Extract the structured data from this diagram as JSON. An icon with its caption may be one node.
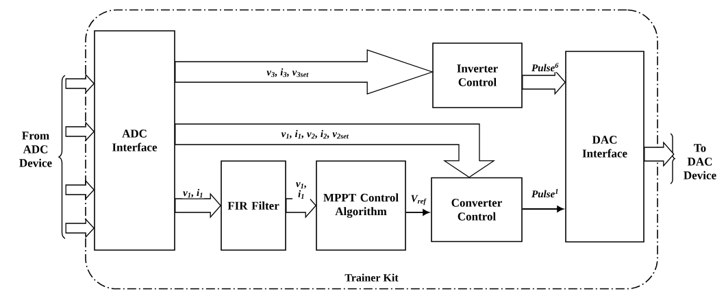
{
  "diagram": {
    "nodes": [
      {
        "text": [
          "Trainer Kit"
        ]
      },
      {
        "text": [
          "ADC Interface"
        ],
        "in": 0
      },
      {
        "text": [
          "Inverter Control"
        ],
        "in": 0
      },
      {
        "text": [
          "FIR Filter"
        ],
        "in": 0
      },
      {
        "text": [
          "MPPT Control Algorithm"
        ],
        "in": 0
      },
      {
        "text": [
          "Converter Control"
        ],
        "in": 0
      },
      {
        "text": [
          "DAC Interface"
        ],
        "in": 0
      },
      {
        "text": [
          "From ADC Device"
        ]
      },
      {
        "text": [
          "To DAC Device"
        ]
      }
    ],
    "edges": [
      {
        "from": 7,
        "to": 1,
        "arrow": "to"
      },
      {
        "from": 7,
        "to": 1,
        "arrow": "to"
      },
      {
        "from": 7,
        "to": 1,
        "arrow": "to"
      },
      {
        "from": 7,
        "to": 1,
        "arrow": "to"
      },
      {
        "from": 1,
        "to": 2,
        "arrow": "to",
        "label": "v$_{3}$, i$_{3}$, v$_{3set}$"
      },
      {
        "from": 1,
        "to": 5,
        "arrow": "to",
        "label": "v$_{1}$, i$_{1}$, v$_{2}$, i$_{2}$, v$_{2set}$"
      },
      {
        "from": 1,
        "to": 3,
        "arrow": "to",
        "label": "v$_{1}$, i$_{1}$"
      },
      {
        "from": 3,
        "to": 4,
        "arrow": "to",
        "label": "v$_{1}$, i$_{1}$"
      },
      {
        "from": 4,
        "to": 5,
        "arrow": "to",
        "label": "V$_{ref}$"
      },
      {
        "from": 2,
        "to": 6,
        "arrow": "to",
        "label": "Pulse$^{6}$"
      },
      {
        "from": 5,
        "to": 6,
        "arrow": "to",
        "label": "Pulse$^{1}$"
      },
      {
        "from": 6,
        "to": 8,
        "arrow": "to"
      }
    ]
  }
}
